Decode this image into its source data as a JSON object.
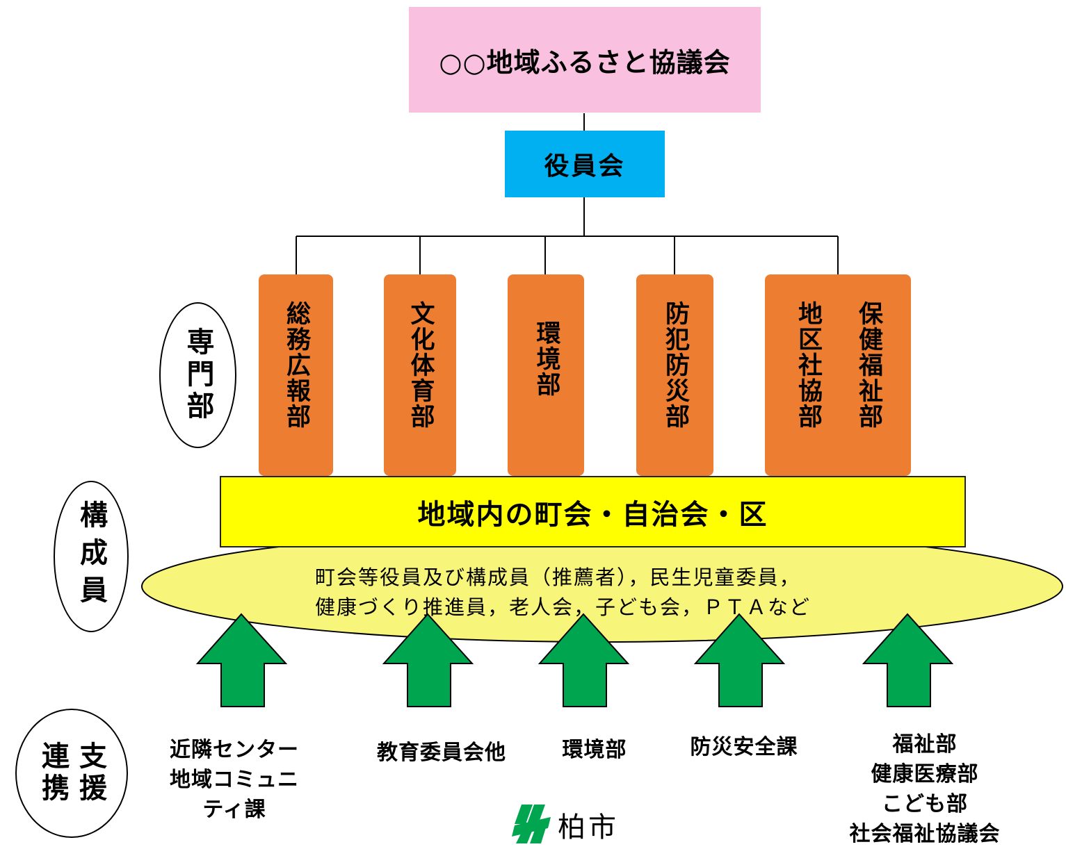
{
  "council": {
    "title": "○○地域ふるさと協議会",
    "color": "#f9c0e0"
  },
  "board": {
    "title": "役員会",
    "color": "#00b0f0"
  },
  "departments_label": "専門部",
  "departments": [
    {
      "columns": [
        "総務広報部"
      ]
    },
    {
      "columns": [
        "文化体育部"
      ]
    },
    {
      "columns": [
        "環境部"
      ]
    },
    {
      "columns": [
        "防犯防災部"
      ]
    },
    {
      "columns": [
        "保健福祉部",
        "地区社協部"
      ]
    }
  ],
  "department_color": "#ed7d31",
  "members_label": "構成員",
  "band": {
    "text": "地域内の町会・自治会・区",
    "color": "#ffff00"
  },
  "members_oval": {
    "line1": "町会等役員及び構成員（推薦者），民生児童委員，",
    "line2": "健康づくり推進員，老人会，子ども会，ＰＴＡなど",
    "color": "#f7f57a"
  },
  "support_label": {
    "col1": "連携",
    "col2": "支援"
  },
  "arrow_color": "#00a550",
  "support": [
    {
      "lines": [
        "近隣センター",
        "地域コミュニ",
        "ティ課"
      ]
    },
    {
      "lines": [
        "教育委員会他"
      ]
    },
    {
      "lines": [
        "環境部"
      ]
    },
    {
      "lines": [
        "防災安全課"
      ]
    },
    {
      "lines": [
        "福祉部",
        "健康医療部",
        "こども部",
        "社会福祉協議会"
      ]
    }
  ],
  "logo": {
    "text": "柏市",
    "icon": "kashiwa-city-emblem",
    "color": "#00a550"
  }
}
